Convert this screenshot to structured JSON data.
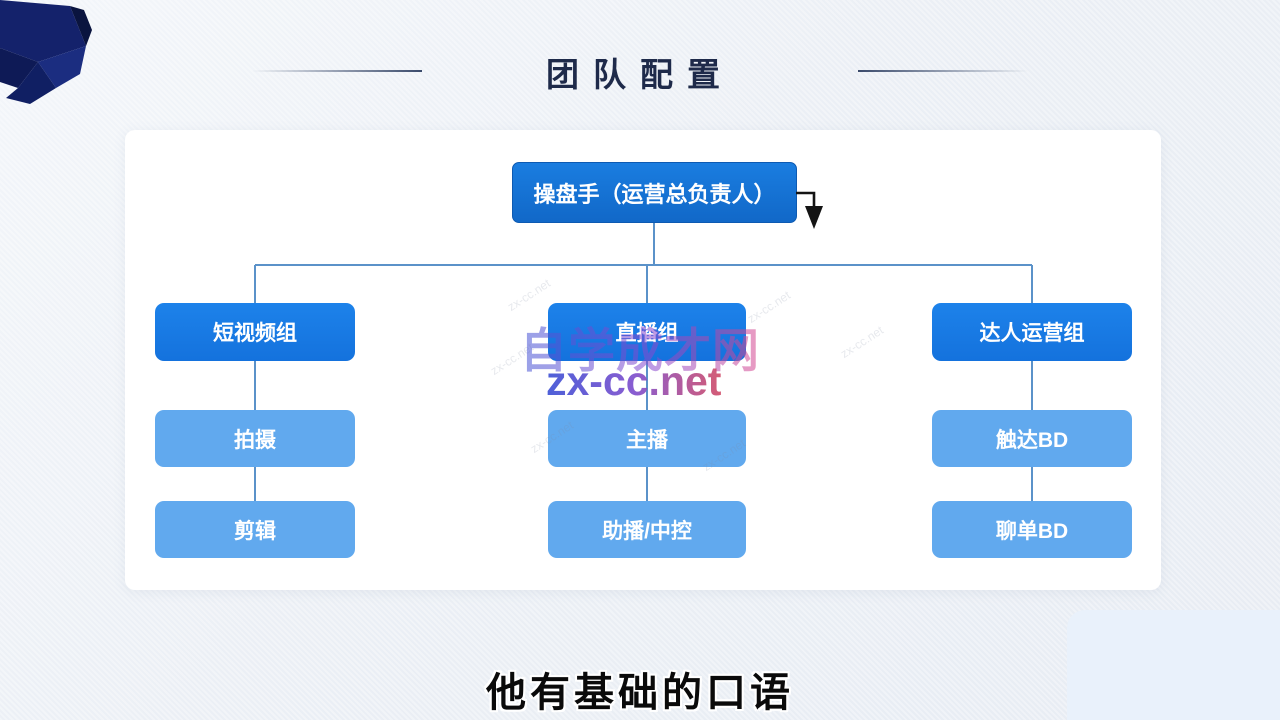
{
  "title": "团队配置",
  "subtitle": "他有基础的口语",
  "watermark": {
    "brand": "自学成才网",
    "site": "zx-cc.net"
  },
  "org_chart": {
    "root": "操盘手（运营总负责人）",
    "groups": [
      {
        "label": "短视频组",
        "children": [
          "拍摄",
          "剪辑"
        ]
      },
      {
        "label": "直播组",
        "children": [
          "主播",
          "助播/中控"
        ]
      },
      {
        "label": "达人运营组",
        "children": [
          "触达BD",
          "聊单BD"
        ]
      }
    ]
  },
  "colors": {
    "root_box": "#1371d2",
    "group_box": "#1679e8",
    "sub_box": "#61a9ee",
    "connector": "#5b92c9",
    "title_text": "#1e2a4a",
    "ribbon": "#14226b",
    "watermark_blue": "#4656d6",
    "watermark_pink": "#d8498f",
    "card_background": "#ffffff",
    "page_background": "#ebeff5"
  }
}
